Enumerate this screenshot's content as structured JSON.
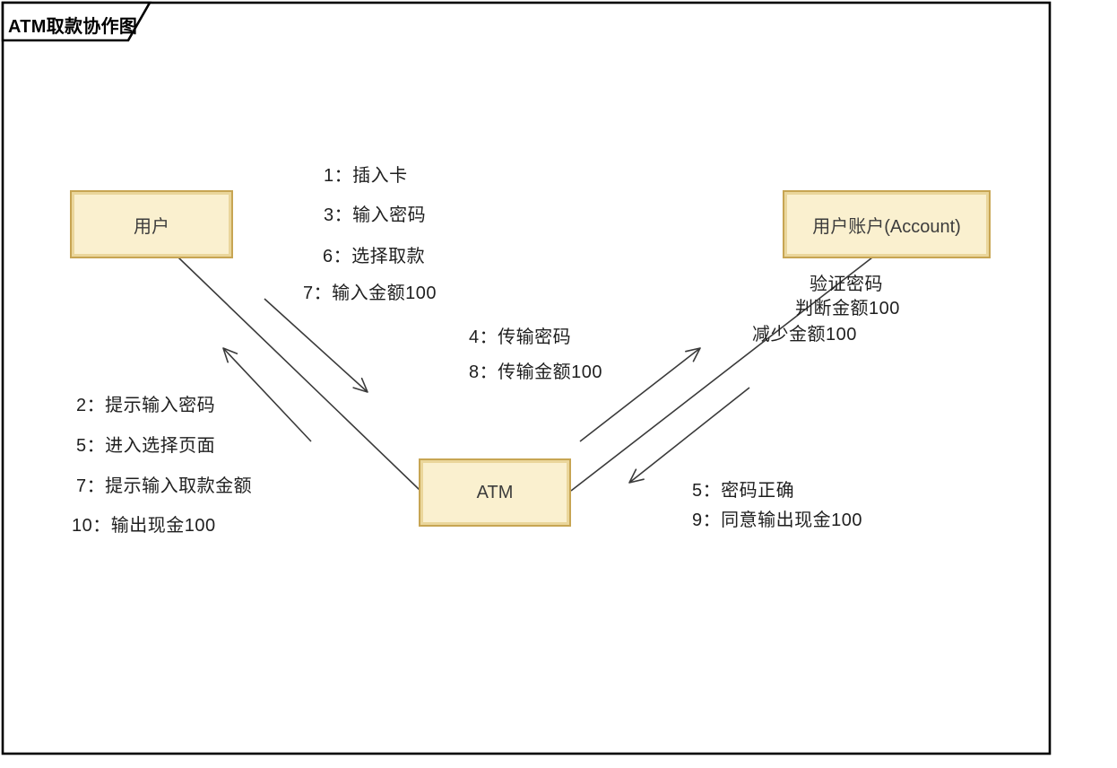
{
  "diagram": {
    "title": "ATM取款协作图",
    "boxes": {
      "user": "用户",
      "account": "用户账户(Account)",
      "atm": "ATM"
    },
    "messages": {
      "user_to_atm": [
        "1：插入卡",
        "3：输入密码",
        "6：选择取款",
        "7：输入金额100"
      ],
      "atm_to_user": [
        "2：提示输入密码",
        "5：进入选择页面",
        "7：提示输入取款金额",
        "10：输出现金100"
      ],
      "atm_to_account": [
        "4：传输密码",
        "8：传输金额100"
      ],
      "account_to_atm": [
        "5：密码正确",
        "9：同意输出现金100"
      ],
      "account_self": [
        "验证密码",
        "判断金额100",
        "减少金额100"
      ]
    },
    "colors": {
      "box_fill": "#faf0cf",
      "box_border": "#c7a553",
      "line": "#3a3a3a",
      "frame_border": "#000000",
      "background": "#ffffff"
    }
  }
}
